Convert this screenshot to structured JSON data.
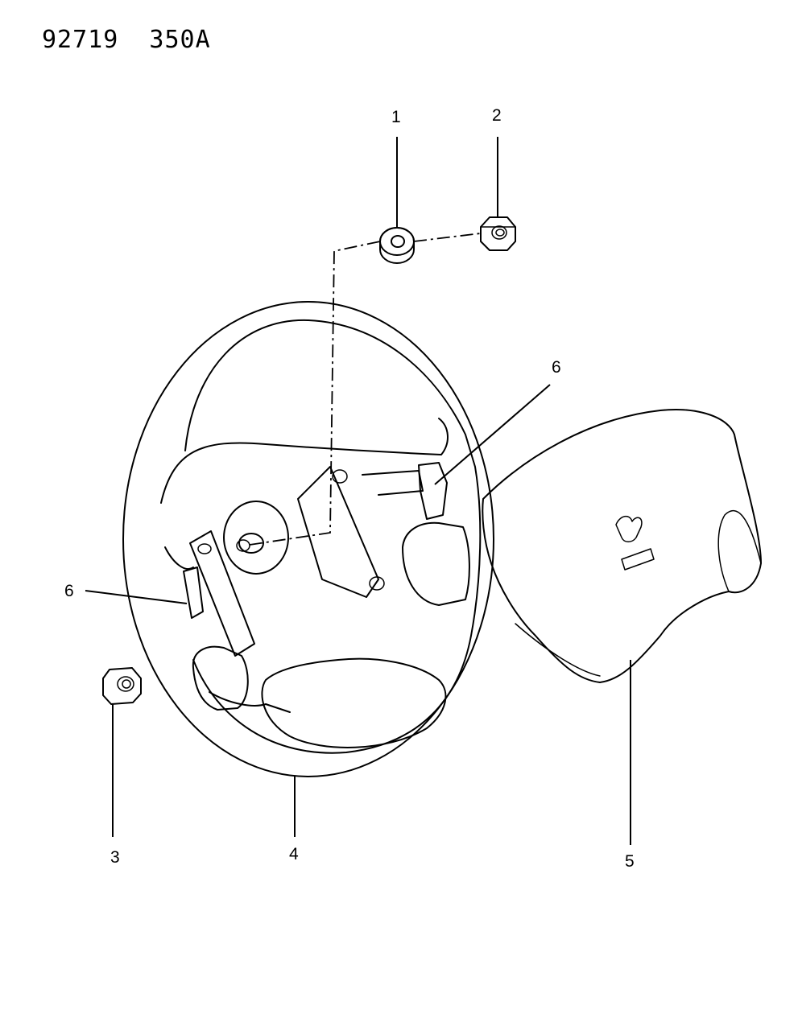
{
  "diagram": {
    "id": "92719  350A"
  },
  "callouts": [
    {
      "key": "1",
      "label": "1"
    },
    {
      "key": "2",
      "label": "2"
    },
    {
      "key": "3",
      "label": "3"
    },
    {
      "key": "4",
      "label": "4"
    },
    {
      "key": "5",
      "label": "5"
    },
    {
      "key": "6a",
      "label": "6"
    },
    {
      "key": "6b",
      "label": "6"
    }
  ]
}
